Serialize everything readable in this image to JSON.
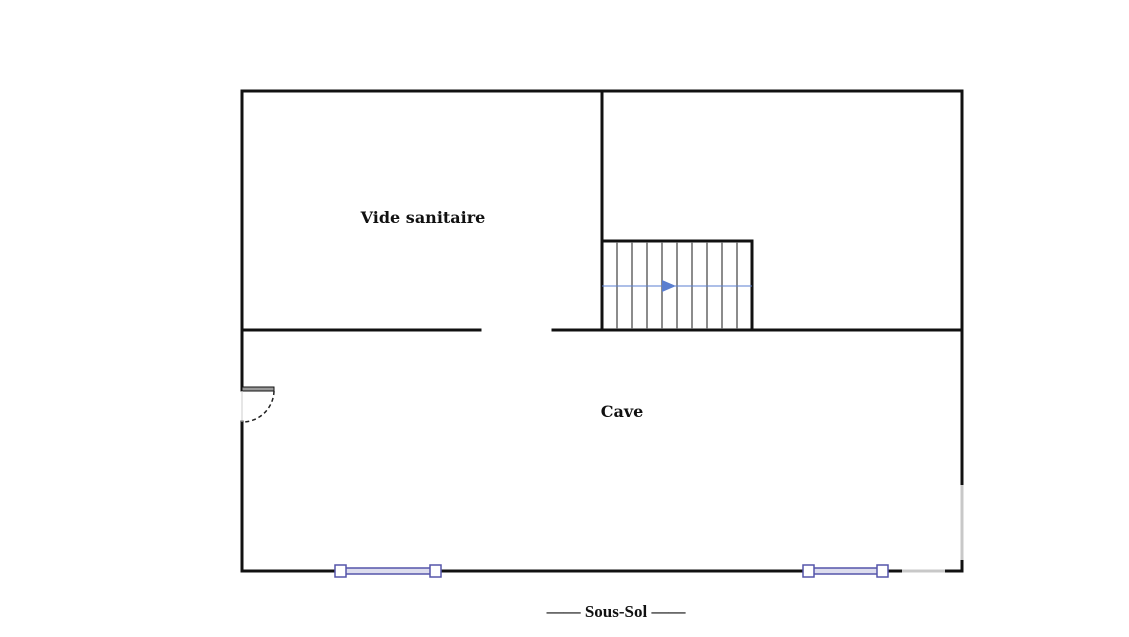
{
  "plan": {
    "rooms": [
      {
        "name": "Vide sanitaire"
      },
      {
        "name": "Cave"
      }
    ],
    "caption": "Sous-Sol",
    "caption_dash": "——",
    "colors": {
      "wall": "#111111",
      "window": "#5555aa",
      "stair_arrow": "#5b7fd0"
    }
  }
}
